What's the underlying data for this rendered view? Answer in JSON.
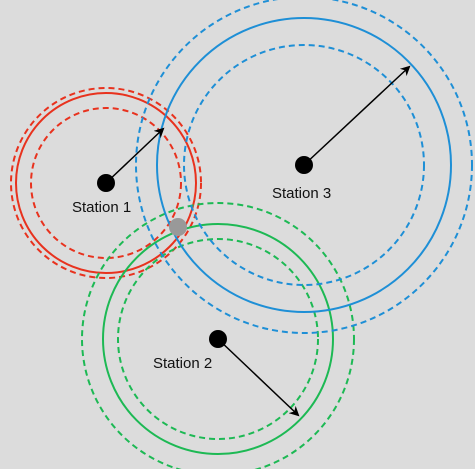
{
  "diagram": {
    "stations": [
      {
        "label": "Station 1",
        "color": "#e8321e"
      },
      {
        "label": "Station 2",
        "color": "#1db954"
      },
      {
        "label": "Station 3",
        "color": "#1e8fd6"
      }
    ],
    "colors": {
      "background": "#dcdcdc",
      "center_dot": "#000000",
      "intersection_dot": "#999999",
      "arrow": "#000000"
    }
  }
}
